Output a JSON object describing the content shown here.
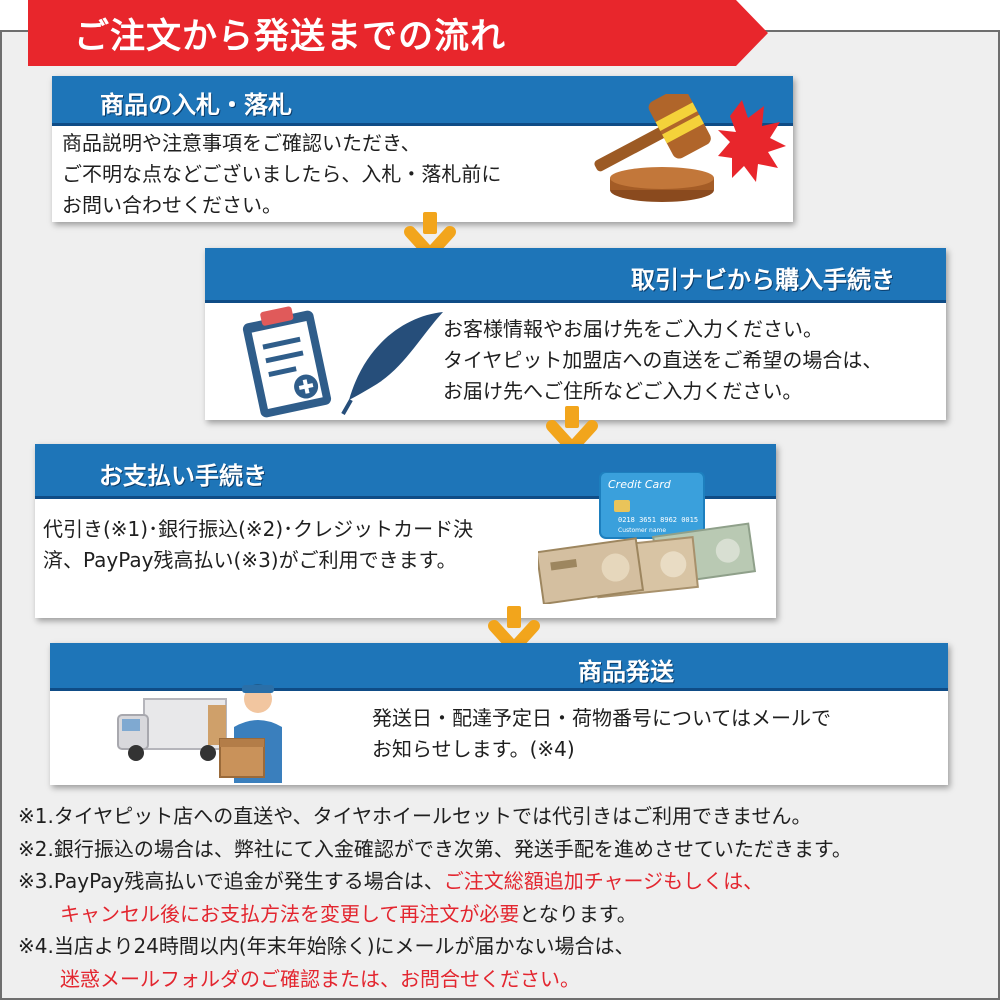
{
  "header": {
    "title": "ご注文から発送までの流れ"
  },
  "colors": {
    "banner_red": "#e8262c",
    "card_header_blue": "#1e75b8",
    "arrow_yellow": "#f2a51c",
    "note_red": "#e3262f"
  },
  "steps": [
    {
      "title": "商品の入札・落札",
      "icon": "gavel-icon",
      "lines": [
        "商品説明や注意事項をご確認いただき、",
        "ご不明な点などございましたら、入札・落札前に",
        "お問い合わせください。"
      ]
    },
    {
      "title": "取引ナビから購入手続き",
      "icon": "clipboard-quill-icon",
      "lines": [
        "お客様情報やお届け先をご入力ください。",
        "タイヤピット加盟店への直送をご希望の場合は、",
        "お届け先へご住所などご入力ください。"
      ]
    },
    {
      "title": "お支払い手続き",
      "icon": "credit-card-cash-icon",
      "card_label": "Credit Card",
      "card_number": "0218 3651 8962 0015",
      "card_name": "Customer name",
      "lines": [
        "代引き(※1)･銀行振込(※2)･クレジットカード決",
        "済、PayPay残高払い(※3)がご利用できます。"
      ]
    },
    {
      "title": "商品発送",
      "icon": "delivery-truck-icon",
      "lines": [
        "発送日・配達予定日・荷物番号についてはメールで",
        "お知らせします。(※4)"
      ]
    }
  ],
  "notes": {
    "n1": "※1.タイヤピット店への直送や、タイヤホイールセットでは代引きはご利用できません。",
    "n2": "※2.銀行振込の場合は、弊社にて入金確認ができ次第、発送手配を進めさせていただきます。",
    "n3_prefix": "※3.PayPay残高払いで追金が発生する場合は、",
    "n3_red1": "ご注文総額追加チャージもしくは、",
    "n3_red2": "キャンセル後にお支払方法を変更して再注文が必要",
    "n3_suffix": "となります。",
    "n4_prefix": "※4.当店より24時間以内(年末年始除く)にメールが届かない場合は、",
    "n4_red": "迷惑メールフォルダのご確認または、お問合せください。"
  }
}
